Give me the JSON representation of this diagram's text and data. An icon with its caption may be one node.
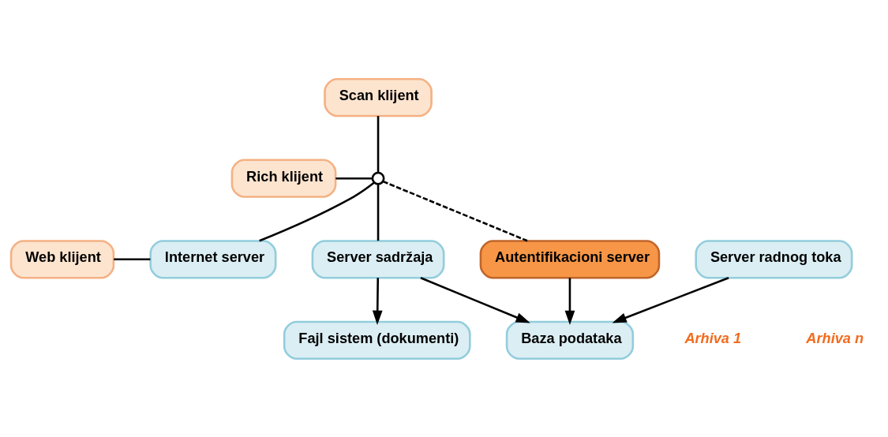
{
  "diagram": {
    "nodes": [
      {
        "text": [
          "Scan klijent"
        ]
      },
      {
        "text": [
          "Rich klijent"
        ]
      },
      {
        "text": [
          "Web klijent"
        ]
      },
      {
        "text": [
          "Internet server"
        ]
      },
      {
        "text": [
          "Autentifikacioni server"
        ]
      },
      {
        "text": [
          "Server radnog toka"
        ]
      },
      {
        "text": [
          "Server sadržaja"
        ]
      },
      {
        "text": [
          "Baza podataka"
        ]
      },
      {
        "text": [
          "Fajl sistem (dokumenti)"
        ]
      },
      {
        "text": [],
        "shape": "switch"
      }
    ],
    "edges": [
      {
        "from": 0,
        "to": 9,
        "arrow": "none"
      },
      {
        "from": 1,
        "to": 9,
        "arrow": "none"
      },
      {
        "from": 2,
        "to": 3,
        "arrow": "none"
      },
      {
        "from": 3,
        "to": 9,
        "arrow": "none"
      },
      {
        "from": 4,
        "to": 9,
        "arrow": "none",
        "style": "dashed"
      },
      {
        "from": 9,
        "to": 6,
        "arrow": "none"
      },
      {
        "from": 4,
        "to": 7,
        "arrow": "to"
      },
      {
        "from": 5,
        "to": 7,
        "arrow": "to"
      },
      {
        "from": 6,
        "to": 7,
        "arrow": "to"
      },
      {
        "from": 6,
        "to": 8,
        "arrow": "to"
      }
    ],
    "labels": [
      "Arhiva 1",
      "Arhiva n"
    ]
  }
}
